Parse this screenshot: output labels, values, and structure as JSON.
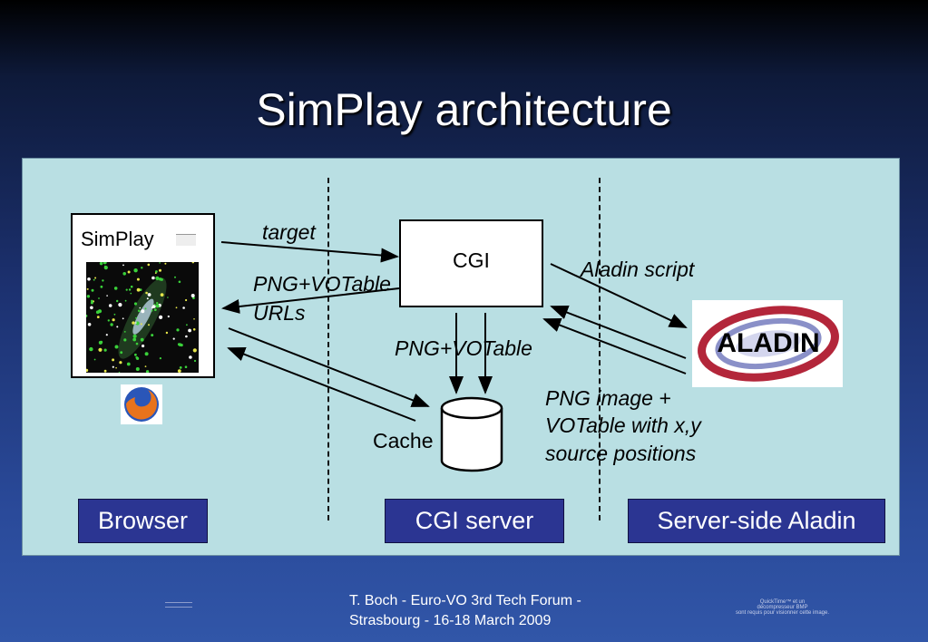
{
  "title": "SimPlay architecture",
  "browser_window": {
    "label": "SimPlay"
  },
  "cgi_box": {
    "label": "CGI"
  },
  "cache": {
    "label": "Cache"
  },
  "edges": {
    "target": "target",
    "png_votable_urls_1": "PNG+VOTable",
    "png_votable_urls_2": "URLs",
    "png_votable": "PNG+VOTable",
    "aladin_script": "Aladin script",
    "png_image_1": "PNG image +",
    "png_image_2": "VOTable with x,y",
    "png_image_3": "source positions"
  },
  "columns": {
    "browser": "Browser",
    "cgi_server": "CGI server",
    "aladin": "Server-side Aladin"
  },
  "aladin_logo": {
    "text": "ALADIN"
  },
  "footer": {
    "line1": "T. Boch - Euro-VO 3rd Tech Forum -",
    "line2": "Strasbourg - 16-18 March 2009"
  },
  "quicktime_note": {
    "line1": "QuickTime™ et un",
    "line2": "décompresseur BMP",
    "line3": "sont requis pour visionner cette image."
  },
  "colors": {
    "panel": "#b9dfe3",
    "label_box": "#2b3592",
    "title": "#ffffff"
  }
}
